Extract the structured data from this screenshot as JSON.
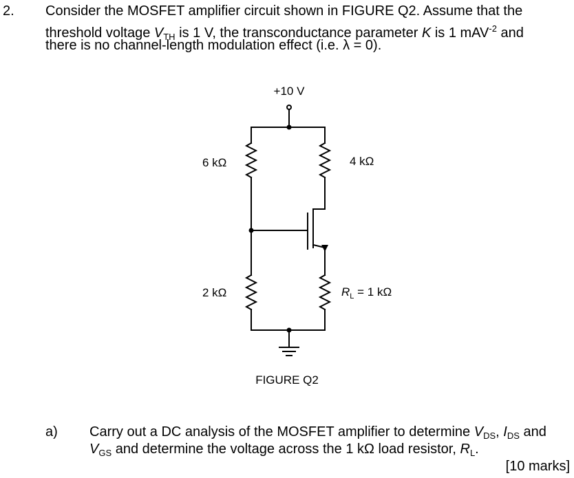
{
  "question": {
    "number": "2.",
    "line1_a": "Consider the MOSFET amplifier circuit shown in FIGURE Q2. Assume that the",
    "line2_a": "threshold voltage ",
    "vth_main": "V",
    "vth_sub": "TH",
    "line2_b": " is 1 V, the transconductance parameter ",
    "k_symbol": "K",
    "line2_c": " is 1 mAV",
    "line2_exp": "-2",
    "line2_d": " and",
    "line3": "there is no channel-length modulation effect (i.e. λ = 0)."
  },
  "circuit": {
    "supply_label": "+10 V",
    "r1_label": "6 kΩ",
    "r2_label": "2 kΩ",
    "rd_label": "4 kΩ",
    "rl_symbol": "R",
    "rl_sub": "L",
    "rl_value": " = 1 kΩ",
    "figure_caption": "FIGURE Q2"
  },
  "part_a": {
    "label": "a)",
    "line1_a": "Carry out a DC analysis of the MOSFET amplifier to determine ",
    "vds_main": "V",
    "vds_sub": "DS",
    "sep1": ", ",
    "ids_main": "I",
    "ids_sub": "DS",
    "line1_b": " and",
    "vgs_main": "V",
    "vgs_sub": "GS",
    "line2_a": " and determine the voltage across the 1 kΩ load resistor, ",
    "rl_main": "R",
    "rl_sub": "L",
    "line2_b": ".",
    "marks": "[10 marks]"
  }
}
